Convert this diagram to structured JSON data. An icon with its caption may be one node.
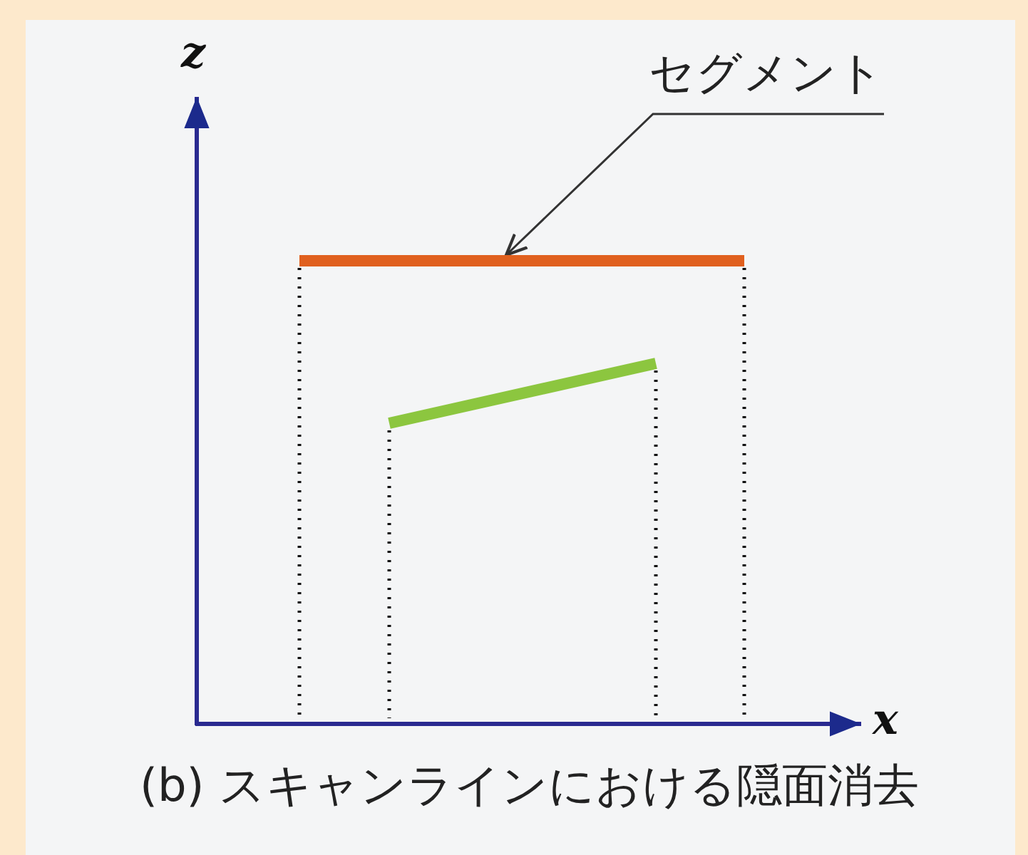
{
  "diagram": {
    "caption": "(b) スキャンラインにおける隠面消去",
    "nodes": [
      {
        "text": [
          "セグメント"
        ]
      },
      {
        "text": [],
        "shape": "bar"
      }
    ],
    "edges": [
      {
        "from": 0,
        "to": 1,
        "arrow": "to"
      }
    ],
    "labels": [
      "z",
      "x"
    ]
  }
}
